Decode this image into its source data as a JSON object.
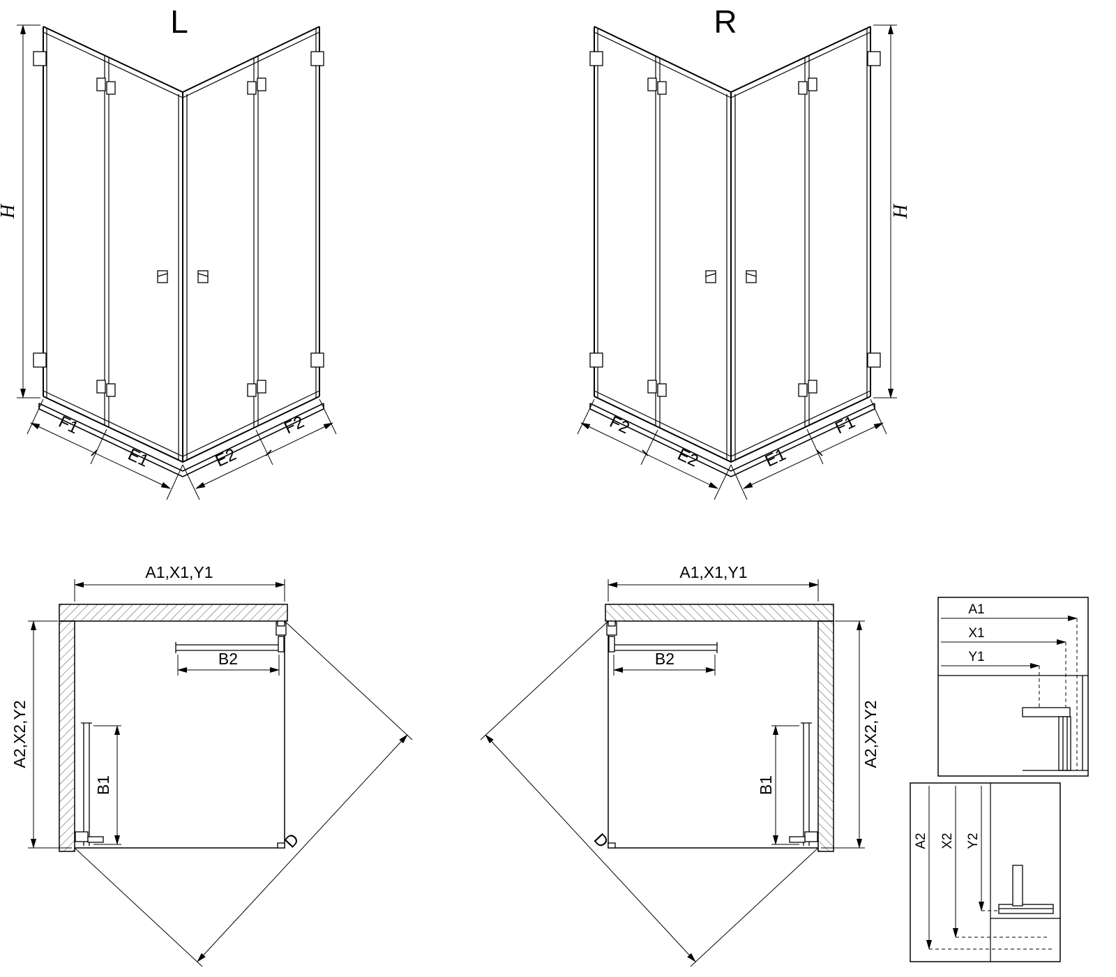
{
  "page": {
    "background": "#ffffff",
    "line_color": "#000000"
  },
  "iso_left": {
    "title": "L",
    "h": "H",
    "f1": "F1",
    "e1": "E1",
    "e2": "E2",
    "f2": "F2"
  },
  "iso_right": {
    "title": "R",
    "h": "H",
    "f1": "F1",
    "e1": "E1",
    "e2": "E2",
    "f2": "F2"
  },
  "plan_left": {
    "width_dim": "A1,X1,Y1",
    "depth_dim": "A2,X2,Y2",
    "door1": "B1",
    "door2": "B2",
    "diagonal": "D"
  },
  "plan_right": {
    "width_dim": "A1,X1,Y1",
    "depth_dim": "A2,X2,Y2",
    "door1": "B1",
    "door2": "B2",
    "diagonal": "D"
  },
  "detail_width": {
    "a1": "A1",
    "x1": "X1",
    "y1": "Y1"
  },
  "detail_depth": {
    "a2": "A2",
    "x2": "X2",
    "y2": "Y2"
  }
}
